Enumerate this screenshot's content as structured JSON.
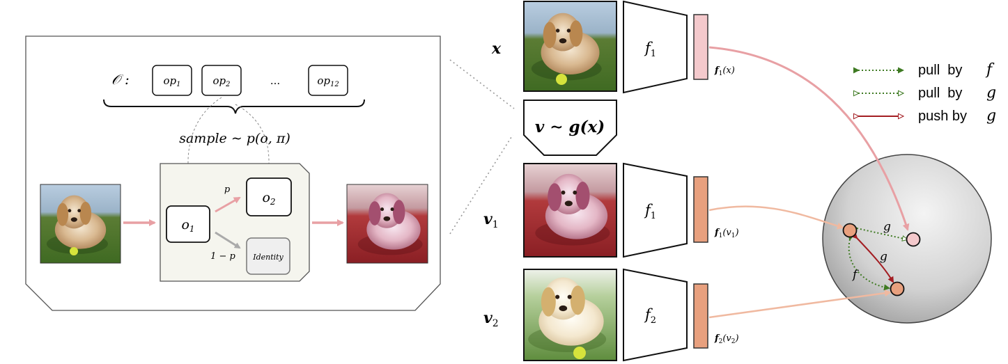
{
  "left_panel": {
    "op_set_label": "𝒪 :",
    "ops": [
      {
        "base": "op",
        "sub": "1"
      },
      {
        "base": "op",
        "sub": "2"
      },
      {
        "base": "op",
        "sub": "12"
      }
    ],
    "ellipsis": "...",
    "sample_text": "sample ∼ p(o, π)",
    "node_o1": {
      "base": "o",
      "sub": "1"
    },
    "node_o2": {
      "base": "o",
      "sub": "2"
    },
    "identity_label": "Identity",
    "prob_p": "p",
    "prob_1mp": "1 − p"
  },
  "middle": {
    "x_label": "x",
    "v1_label": {
      "base": "v",
      "sub": "1"
    },
    "v2_label": {
      "base": "v",
      "sub": "2"
    },
    "sampler_text": "v ∼ g(x)",
    "encoders": [
      {
        "base": "f",
        "sub": "1"
      },
      {
        "base": "f",
        "sub": "1"
      },
      {
        "base": "f",
        "sub": "2"
      }
    ],
    "features": [
      {
        "base": "f",
        "sub": "1",
        "arg": "(x)"
      },
      {
        "base": "f",
        "sub": "1",
        "arg": "(v",
        "argsub": "1",
        "close": ")"
      },
      {
        "base": "f",
        "sub": "2",
        "arg": "(v",
        "argsub": "2",
        "close": ")"
      }
    ]
  },
  "legend": [
    {
      "text": "pull  by",
      "sym": "f",
      "style": "pull-f"
    },
    {
      "text": "pull  by",
      "sym": "g",
      "style": "pull-g"
    },
    {
      "text": "push by",
      "sym": "g",
      "style": "push-g"
    }
  ],
  "embedding": {
    "edge_labels": [
      "g",
      "g",
      "f"
    ]
  },
  "colors": {
    "pink_feature": "#f4c9cc",
    "orange_feature": "#e8a07e",
    "arrow_pink": "#e8a0a4",
    "arrow_peach": "#f0b9a0",
    "green_dark": "#3e7a22",
    "red_dark": "#a31d22",
    "panel_fill": "#f5f5ee"
  }
}
